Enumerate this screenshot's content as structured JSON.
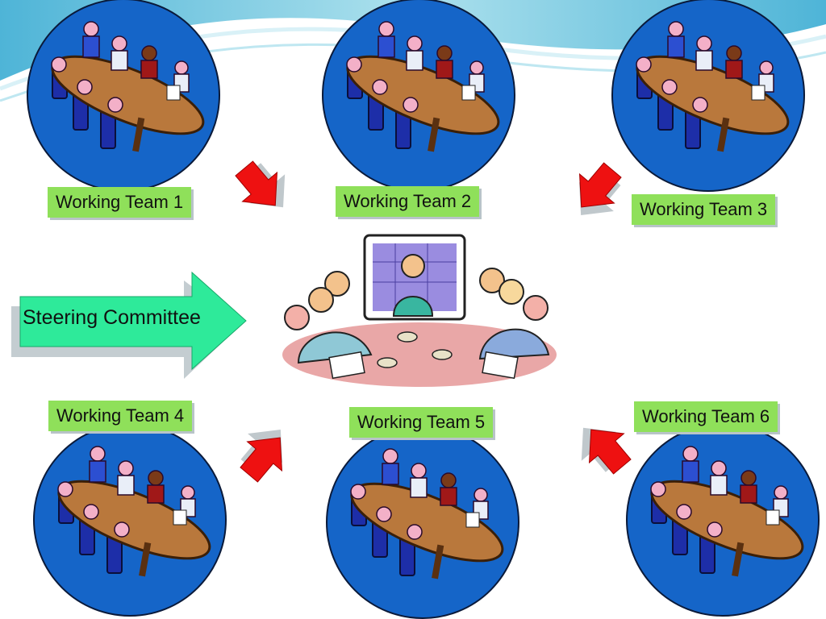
{
  "slide": {
    "background": "#ffffff",
    "accent_wave": "#5bbad6",
    "team_circle_color": "#1565c8",
    "label_color": "#8fe05a",
    "steering_arrow_color": "#2eea9a",
    "small_arrow_color": "#ee1111"
  },
  "center": {
    "label": "Steering Committee",
    "image": "committee-meeting-illustration"
  },
  "teams": [
    {
      "id": "team-1",
      "label": "Working Team 1",
      "image": "team-meeting-icon"
    },
    {
      "id": "team-2",
      "label": "Working Team 2",
      "image": "team-meeting-icon"
    },
    {
      "id": "team-3",
      "label": "Working Team 3",
      "image": "team-meeting-icon"
    },
    {
      "id": "team-4",
      "label": "Working Team 4",
      "image": "team-meeting-icon"
    },
    {
      "id": "team-5",
      "label": "Working Team 5",
      "image": "team-meeting-icon"
    },
    {
      "id": "team-6",
      "label": "Working Team 6",
      "image": "team-meeting-icon"
    }
  ]
}
